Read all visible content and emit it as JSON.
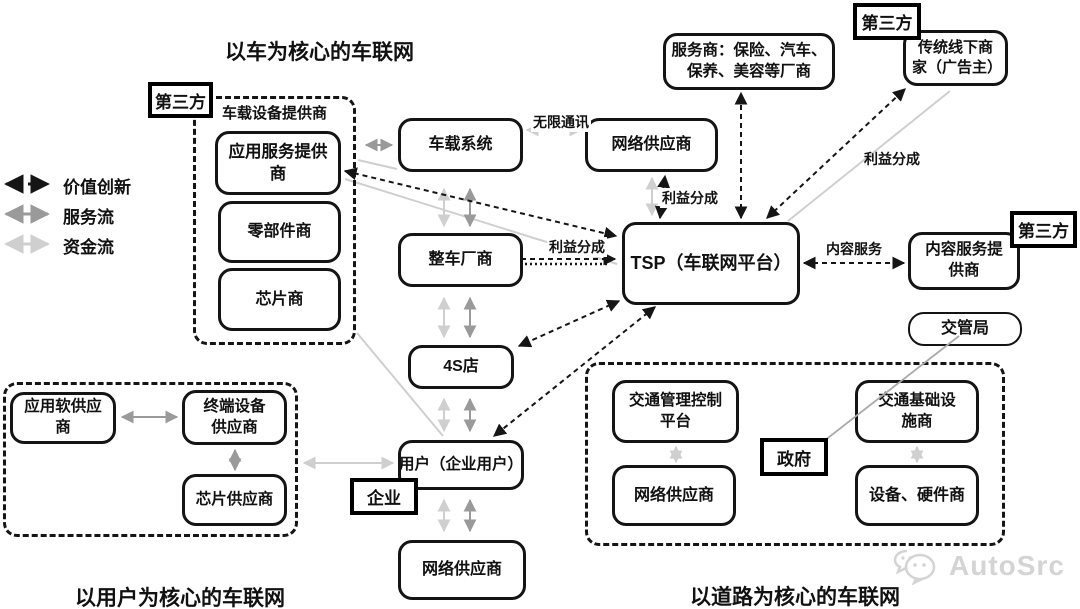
{
  "titles": {
    "car_core": "以车为核心的车联网",
    "user_core": "以用户为核心的车联网",
    "road_core": "以道路为核心的车联网"
  },
  "legend": [
    {
      "label": "价值创新",
      "style": "dashed",
      "color": "#151515"
    },
    {
      "label": "服务流",
      "style": "solid",
      "color": "#9a9a9a"
    },
    {
      "label": "资金流",
      "style": "solid",
      "color": "#cfcfcf"
    }
  ],
  "tags": {
    "third_party_left": "第三方",
    "third_party_top": "第三方",
    "third_party_right": "第三方",
    "enterprise": "企业",
    "government": "政府"
  },
  "groups": {
    "device_label": "车载设备提供商"
  },
  "nodes": {
    "app_service": "应用服务提供商",
    "parts": "零部件商",
    "chip": "芯片商",
    "vehicle_system": "车载系统",
    "network_top": "网络供应商",
    "service_providers": "服务商：保险、汽车、保养、美容等厂商",
    "offline_merchants": "传统线下商家（广告主）",
    "tsp": "TSP（车联网平台）",
    "oem": "整车厂商",
    "content_provider": "内容服务提供商",
    "traffic_bureau": "交管局",
    "dealer": "4S店",
    "user": "用户（企业用户）",
    "network_bottom": "网络供应商",
    "app_software": "应用软供应商",
    "terminal_device": "终端设备供应商",
    "chip_supplier": "芯片供应商",
    "traffic_mgmt": "交通管理控制平台",
    "traffic_infra": "交通基础设施商",
    "network_road": "网络供应商",
    "equipment": "设备、硬件商"
  },
  "edge_labels": {
    "wireless": "无限通讯",
    "profit_top": "利益分成",
    "profit_right": "利益分成",
    "profit_mid": "利益分成",
    "content_service": "内容服务"
  },
  "watermark": {
    "text": "AutoSrc",
    "icon": "chat-bubbles-icon"
  }
}
